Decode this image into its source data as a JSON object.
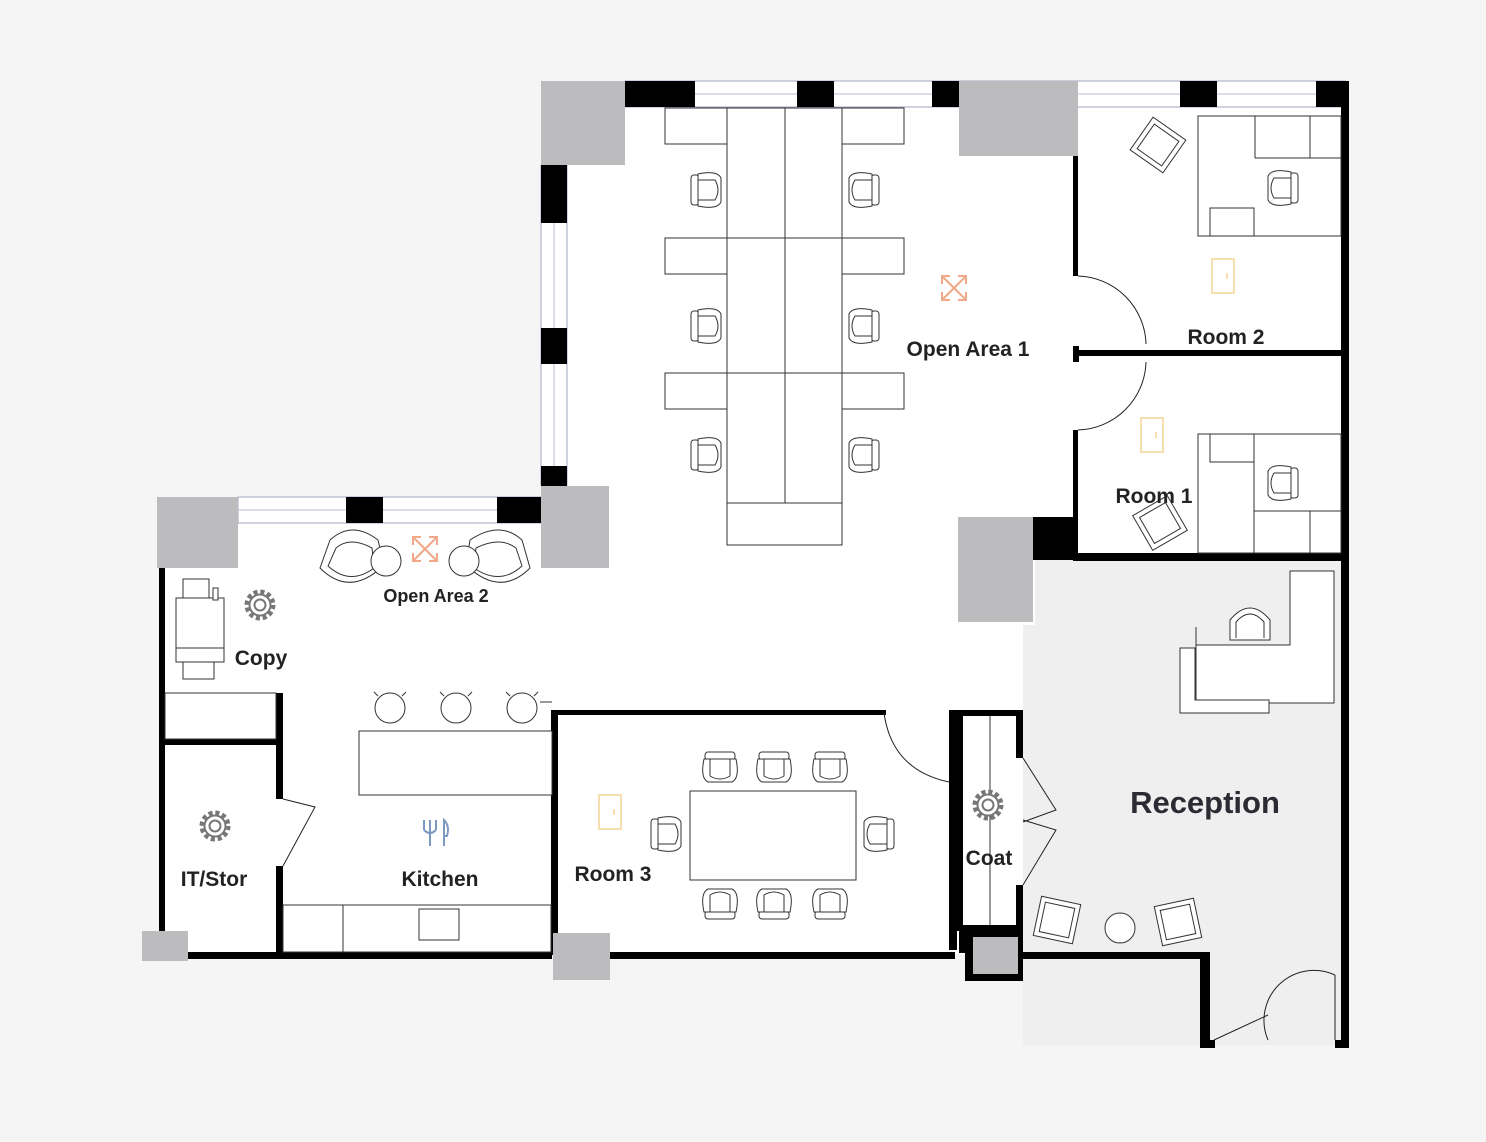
{
  "floorplan": {
    "rooms": [
      {
        "id": "open-area-1",
        "label": "Open Area 1"
      },
      {
        "id": "room-2",
        "label": "Room 2"
      },
      {
        "id": "room-1",
        "label": "Room 1"
      },
      {
        "id": "open-area-2",
        "label": "Open Area 2"
      },
      {
        "id": "copy",
        "label": "Copy"
      },
      {
        "id": "it-stor",
        "label": "IT/Stor"
      },
      {
        "id": "kitchen",
        "label": "Kitchen"
      },
      {
        "id": "room-3",
        "label": "Room 3"
      },
      {
        "id": "coat",
        "label": "Coat"
      },
      {
        "id": "reception",
        "label": "Reception"
      }
    ],
    "colors": {
      "background": "#f5f5f5",
      "floor": "#ffffff",
      "reception_floor": "#efefef",
      "wall": "#000000",
      "column": "#bcbcbe",
      "open_area_icon": "#f0a888",
      "door_icon": "#f5dfb0",
      "gear_icon": "#777777",
      "kitchen_icon": "#7d99c2"
    },
    "icons": {
      "open_area": "expand-arrows-icon",
      "room": "door-icon",
      "utility": "gear-icon",
      "kitchen": "fork-knife-icon"
    }
  }
}
